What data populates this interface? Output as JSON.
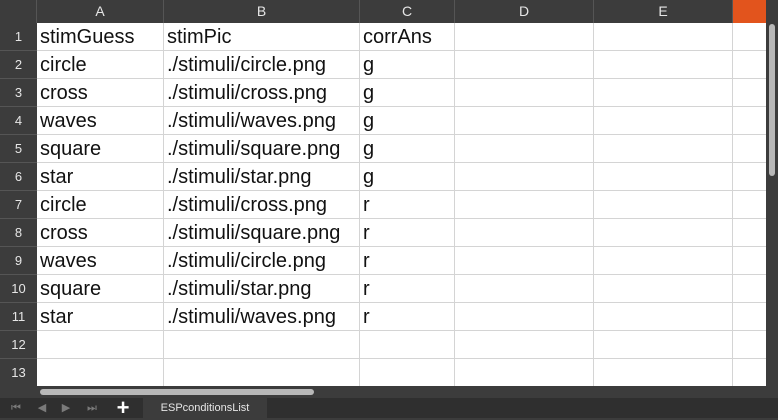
{
  "columns": [
    "A",
    "B",
    "C",
    "D",
    "E"
  ],
  "rows": [
    [
      "stimGuess",
      "stimPic",
      "corrAns"
    ],
    [
      "circle",
      "./stimuli/circle.png",
      "g"
    ],
    [
      "cross",
      "./stimuli/cross.png",
      "g"
    ],
    [
      "waves",
      "./stimuli/waves.png",
      "g"
    ],
    [
      "square",
      "./stimuli/square.png",
      "g"
    ],
    [
      "star",
      "./stimuli/star.png",
      "g"
    ],
    [
      "circle",
      "./stimuli/cross.png",
      "r"
    ],
    [
      "cross",
      "./stimuli/square.png",
      "r"
    ],
    [
      "waves",
      "./stimuli/circle.png",
      "r"
    ],
    [
      "square",
      "./stimuli/star.png",
      "r"
    ],
    [
      "star",
      "./stimuli/waves.png",
      "r"
    ],
    [
      "",
      "",
      ""
    ],
    [
      "",
      "",
      ""
    ]
  ],
  "row_numbers": [
    "1",
    "2",
    "3",
    "4",
    "5",
    "6",
    "7",
    "8",
    "9",
    "10",
    "11",
    "12",
    "13"
  ],
  "sheet_tab": "ESPconditionsList",
  "icons": {
    "first": "first-sheet-icon",
    "prev": "prev-sheet-icon",
    "next": "next-sheet-icon",
    "last": "last-sheet-icon",
    "add": "plus-icon"
  },
  "nav_glyphs": {
    "first": "⏮",
    "prev": "◀",
    "next": "▶",
    "last": "⏭",
    "add": "+"
  },
  "colors": {
    "header_bg": "#3c3c3c",
    "accent": "#e2541d"
  }
}
